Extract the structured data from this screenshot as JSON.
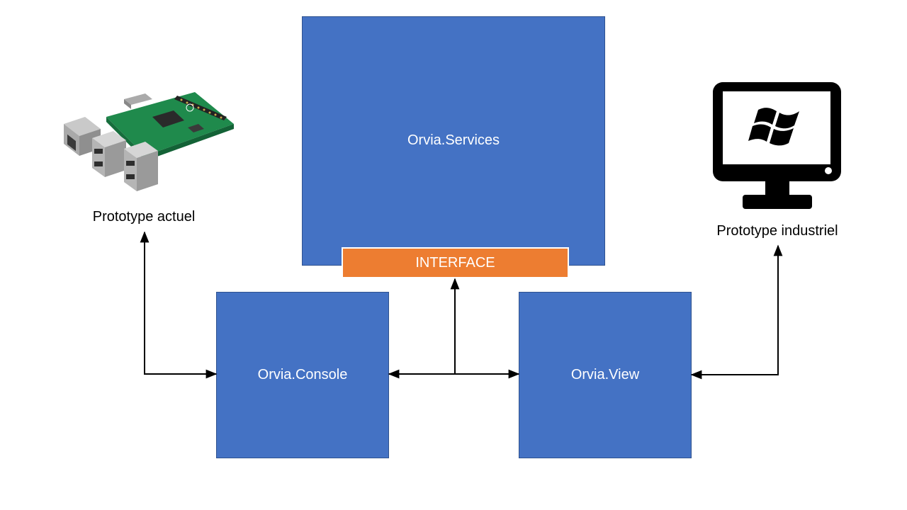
{
  "diagram": {
    "nodes": {
      "services": {
        "label": "Orvia.Services",
        "color": "#4472c4"
      },
      "interface": {
        "label": "INTERFACE",
        "color": "#ed7d31"
      },
      "console": {
        "label": "Orvia.Console",
        "color": "#4472c4"
      },
      "view": {
        "label": "Orvia.View",
        "color": "#4472c4"
      }
    },
    "captions": {
      "left": "Prototype actuel",
      "right": "Prototype industriel"
    },
    "icons": {
      "left": "raspberry-pi-board-icon",
      "right": "windows-monitor-icon"
    },
    "edges": [
      {
        "from": "left-device",
        "to": "console",
        "arrows": "both"
      },
      {
        "from": "console",
        "to": "view",
        "arrows": "both"
      },
      {
        "from": "console-view-link",
        "to": "interface",
        "arrows": "end"
      },
      {
        "from": "view",
        "to": "right-device",
        "arrows": "both"
      }
    ]
  }
}
